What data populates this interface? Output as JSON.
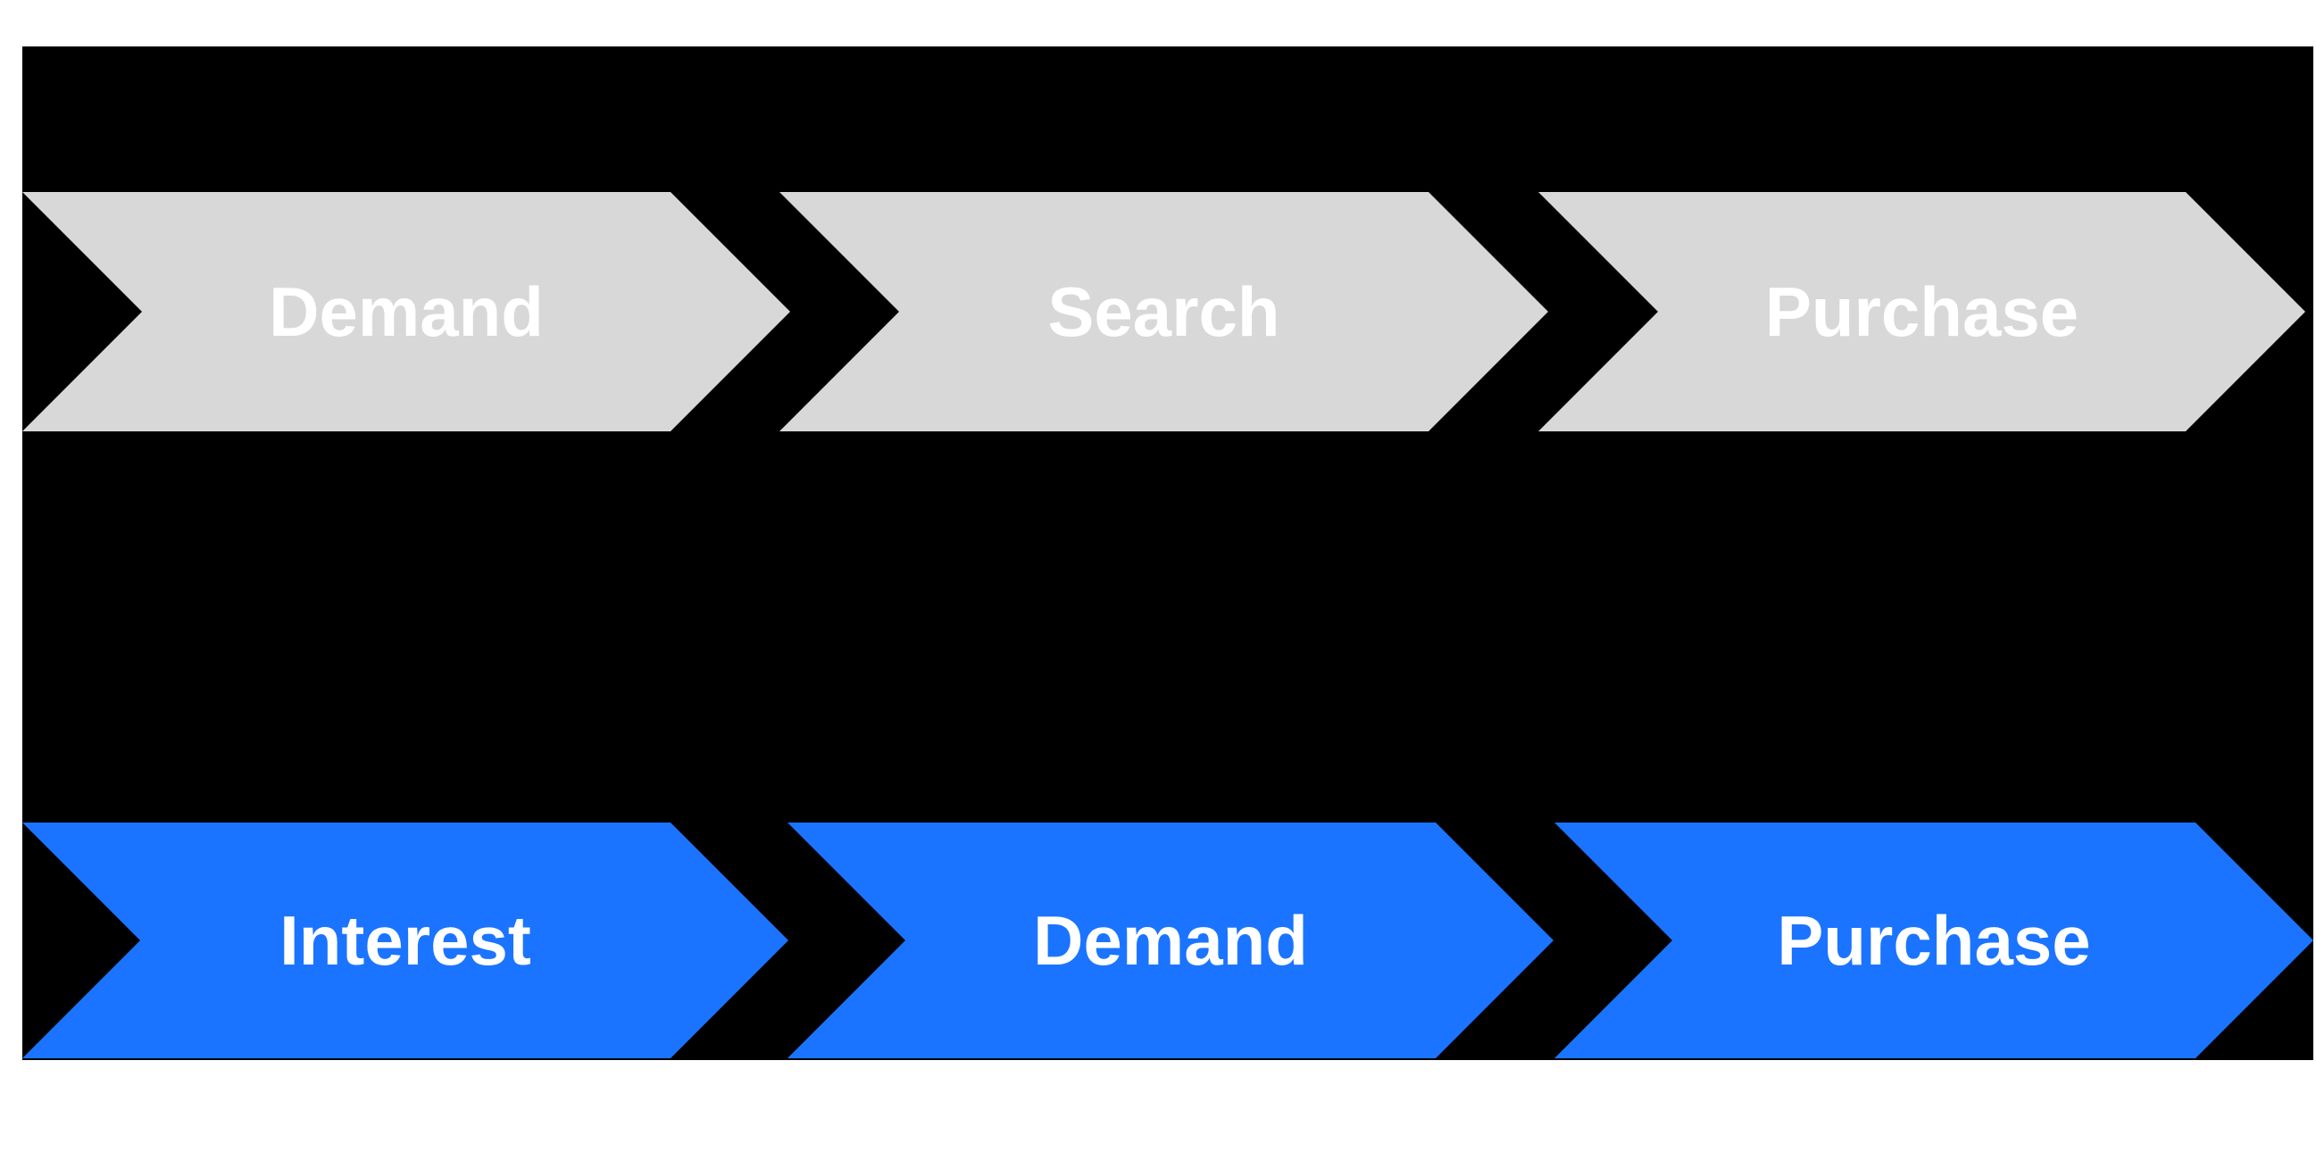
{
  "colors": {
    "canvas_background": "#FFFFFF",
    "panel_background": "#000000",
    "top_row_fill": "#D8D8D8",
    "bottom_row_fill": "#1B74FF",
    "label_text": "#FFFFFF"
  },
  "rows": [
    {
      "id": "top-funnel",
      "fill": "#D8D8D8",
      "steps": [
        {
          "label": "Demand"
        },
        {
          "label": "Search"
        },
        {
          "label": "Purchase"
        }
      ]
    },
    {
      "id": "bottom-funnel",
      "fill": "#1B74FF",
      "steps": [
        {
          "label": "Interest"
        },
        {
          "label": "Demand"
        },
        {
          "label": "Purchase"
        }
      ]
    }
  ]
}
